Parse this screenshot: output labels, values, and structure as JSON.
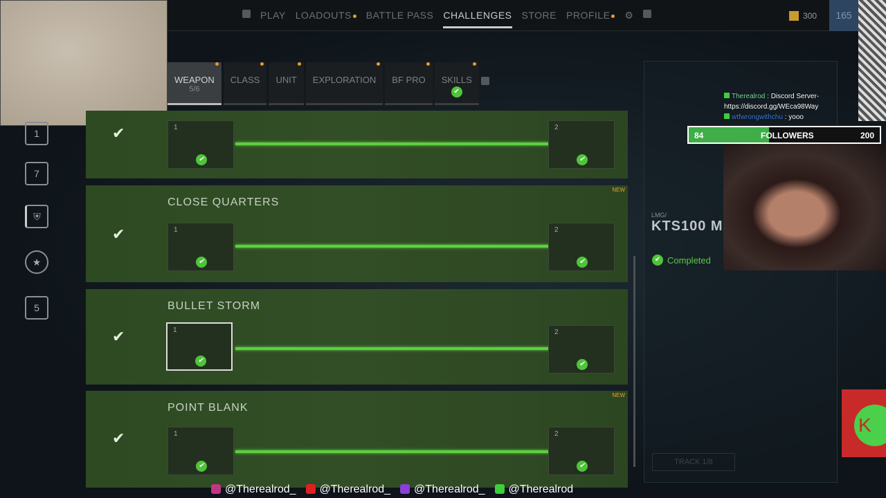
{
  "nav": {
    "items": [
      "PLAY",
      "LOADOUTS",
      "BATTLE PASS",
      "CHALLENGES",
      "STORE",
      "PROFILE"
    ],
    "active": "CHALLENGES",
    "currency": "300",
    "level": "165"
  },
  "tabs": [
    {
      "label": "WEAPON",
      "sub": "5/6",
      "active": true
    },
    {
      "label": "CLASS"
    },
    {
      "label": "UNIT"
    },
    {
      "label": "EXPLORATION"
    },
    {
      "label": "BF PRO"
    },
    {
      "label": "SKILLS"
    }
  ],
  "sidebar": [
    "1",
    "7",
    "",
    "",
    "5"
  ],
  "challenges": [
    {
      "name": "",
      "tile1": "1",
      "tile2": "2",
      "new": false
    },
    {
      "name": "CLOSE QUARTERS",
      "tile1": "1",
      "tile2": "2",
      "new": true
    },
    {
      "name": "BULLET STORM",
      "tile1": "1",
      "tile2": "2",
      "new": false
    },
    {
      "name": "POINT BLANK",
      "tile1": "1",
      "tile2": "2",
      "new": true
    }
  ],
  "new_label": "NEW",
  "weapon": {
    "category": "LMG/",
    "name": "KTS100 M",
    "status": "Completed",
    "track": "TRACK 1/8"
  },
  "chat": [
    {
      "user": "Therealrod",
      "msg": ": Discord Server-"
    },
    {
      "user": "",
      "msg": "https://discord.gg/WEca98Way"
    },
    {
      "user": "wtfwrongwithchu",
      "msg": ": yooo"
    }
  ],
  "followers": {
    "label": "FOLLOWERS",
    "current": "84",
    "goal": "200",
    "progress": 0.42
  },
  "socials": [
    {
      "handle": "@Therealrod_",
      "color": "#c13584"
    },
    {
      "handle": "@Therealrod_",
      "color": "#e02020"
    },
    {
      "handle": "@Therealrod_",
      "color": "#8a3fd6"
    },
    {
      "handle": "@Therealrod",
      "color": "#3ccf3c"
    }
  ],
  "logo_text": "K"
}
